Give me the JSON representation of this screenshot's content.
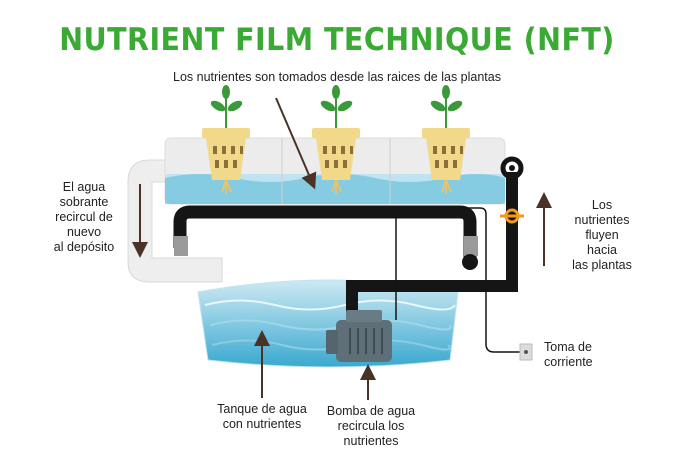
{
  "title": "NUTRIENT FILM TECHNIQUE (NFT)",
  "subtitle": "Los nutrientes son tomados desde las raices de las plantas",
  "labels": {
    "overflow_return": [
      "El agua",
      "sobrante",
      "recircul de",
      "nuevo",
      "al depósito"
    ],
    "nutrients_flow": [
      "Los",
      "nutrientes",
      "fluyen",
      "hacia",
      "las plantas"
    ],
    "power_outlet": [
      "Toma de",
      "corriente"
    ],
    "tank": [
      "Tanque de agua",
      "con nutrientes"
    ],
    "pump": [
      "Bomba de agua",
      "recircula los",
      "nutrientes"
    ]
  },
  "colors": {
    "title_green": "#3aaa35",
    "water_light": "#bfe3f0",
    "water_dark": "#55b8d6",
    "channel_gray": "#e6e6e6",
    "pipe_black": "#151515",
    "valve_orange": "#f39a1e",
    "arrow_brown": "#4a3226",
    "pot_yellow": "#f2d98a",
    "leaf_green": "#3a9a3a"
  }
}
